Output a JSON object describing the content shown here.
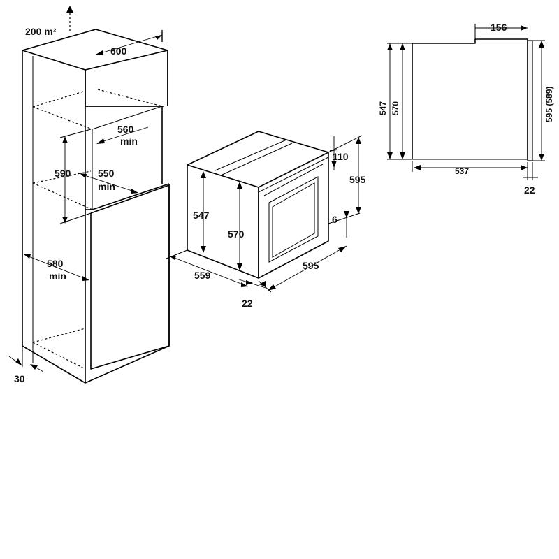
{
  "labels": {
    "vent_area": "200 m²",
    "cab_width": "600",
    "niche_depth": "560",
    "niche_depth_min": "min",
    "niche_height": "590",
    "niche_width": "550",
    "niche_width_min": "min",
    "base_height": "580",
    "base_height_min": "min",
    "plinth": "30",
    "oven_top_gap": "110",
    "oven_total_height": "595",
    "oven_body_547": "547",
    "oven_body_570": "570",
    "oven_bottom": "6",
    "oven_depth": "559",
    "oven_front": "22",
    "oven_width": "595",
    "side_156": "156",
    "side_547": "547",
    "side_570": "570",
    "side_595": "595 (589)",
    "side_537": "537",
    "side_22": "22"
  }
}
